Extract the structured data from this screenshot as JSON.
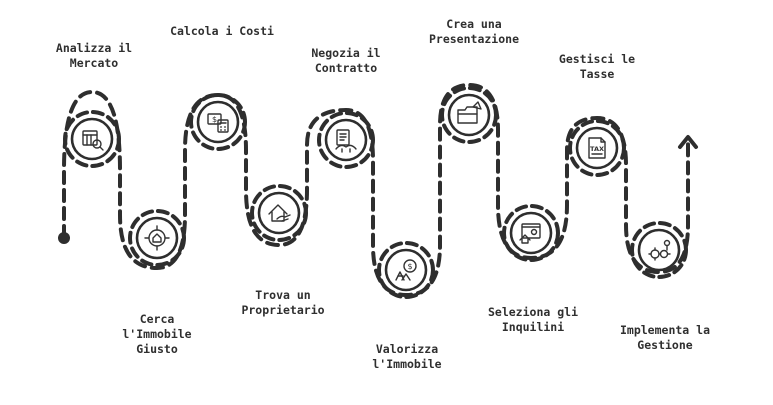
{
  "steps": [
    {
      "id": "analizza",
      "lines": [
        "Analizza il",
        "Mercato"
      ],
      "icon": "market-analysis-icon"
    },
    {
      "id": "cerca",
      "lines": [
        "Cerca",
        "l'Immobile",
        "Giusto"
      ],
      "icon": "target-house-icon"
    },
    {
      "id": "calcola",
      "lines": [
        "Calcola i Costi"
      ],
      "icon": "money-calculator-icon"
    },
    {
      "id": "trova",
      "lines": [
        "Trova un",
        "Proprietario"
      ],
      "icon": "house-handshake-icon"
    },
    {
      "id": "negozia",
      "lines": [
        "Negozia il",
        "Contratto"
      ],
      "icon": "contract-negotiation-icon"
    },
    {
      "id": "valorizza",
      "lines": [
        "Valorizza",
        "l'Immobile"
      ],
      "icon": "value-growth-icon"
    },
    {
      "id": "crea",
      "lines": [
        "Crea una",
        "Presentazione"
      ],
      "icon": "presentation-folder-icon"
    },
    {
      "id": "seleziona",
      "lines": [
        "Seleziona gli",
        "Inquilini"
      ],
      "icon": "tenant-selection-icon"
    },
    {
      "id": "gestisci",
      "lines": [
        "Gestisci le",
        "Tasse"
      ],
      "icon": "tax-document-icon"
    },
    {
      "id": "implementa",
      "lines": [
        "Implementa la",
        "Gestione"
      ],
      "icon": "management-gears-icon"
    }
  ]
}
